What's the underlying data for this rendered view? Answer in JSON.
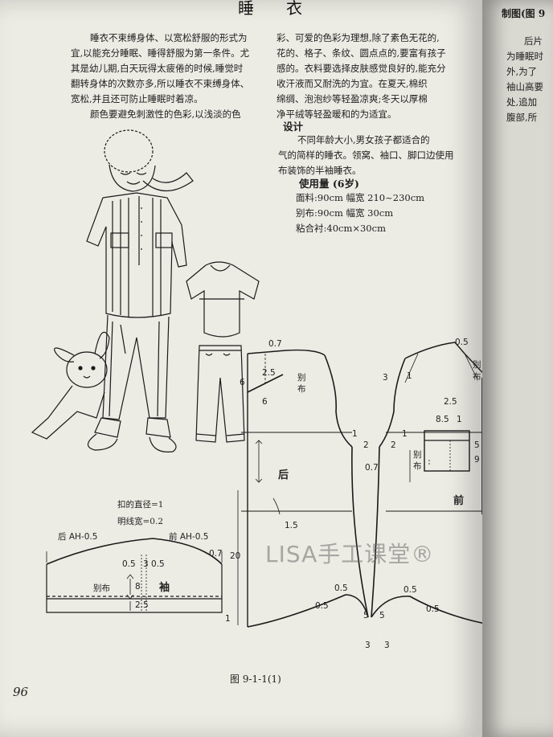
{
  "header": {
    "title": "睡衣"
  },
  "left_column": {
    "lines": [
      "睡衣不束缚身体、以宽松舒服的形式为",
      "宜,以能充分睡眠、睡得舒服为第一条件。尤",
      "其是幼儿期,白天玩得太疲倦的时候,睡觉时",
      "翻转身体的次数亦多,所以睡衣不束缚身体、",
      "宽松,并且还可防止睡眠时着凉。",
      "颜色要避免刺激性的色彩,以浅淡的色"
    ]
  },
  "right_column": {
    "lines": [
      "彩、可爱的色彩为理想,除了素色无花的,",
      "花的、格子、条纹、圆点点的,要富有孩子",
      "感的。衣料要选择皮肤感觉良好的,能充分",
      "收汗液而又耐洗的为宜。在夏天,棉织",
      "绵绸、泡泡纱等轻盈凉爽;冬天以厚棉",
      "净平绒等轻盈暖和的为适宜。"
    ],
    "design_heading": "设计",
    "design_lines": [
      "不同年龄大小,男女孩子都适合的",
      "气的简样的睡衣。领窝、袖口、脚口边使用",
      "布装饰的半袖睡衣。"
    ],
    "usage_heading": "使用量 (6岁)",
    "usage_lines": [
      "面料:90cm 幅宽 210~230cm",
      "别布:90cm 幅宽 30cm",
      "粘合衬:40cm×30cm"
    ]
  },
  "next_page": {
    "heading": "制图(图 9",
    "lines": [
      "后片",
      "为睡眠时",
      "外,为了",
      "袖山高要",
      "处,追加",
      "腹部,所"
    ]
  },
  "sleeve_notes": {
    "button_diameter": "扣的直径=1",
    "topstitch_width": "明线宽=0.2",
    "back_ah": "后 AH-0.5",
    "front_ah": "前 AH-0.5"
  },
  "pattern_labels": {
    "sleeve": "袖",
    "back": "后",
    "front": "前",
    "contrast_fabric": "别布",
    "contrast_char1": "别",
    "contrast_char2": "布",
    "n_0_7": "0.7",
    "n_2_5": "2.5",
    "n_6": "6",
    "n_1": "1",
    "n_2": "2",
    "n_1_5": "1.5",
    "n_20": "20",
    "n_0_5": "0.5",
    "n_3": "3",
    "n_5": "5",
    "n_8": "8",
    "n_8_5": "8.5",
    "n_9": "9",
    "n_3_0_5": "3 0.5"
  },
  "watermark": "LISA手工课堂®",
  "caption": "图 9-1-1(1)",
  "page_number": "96"
}
